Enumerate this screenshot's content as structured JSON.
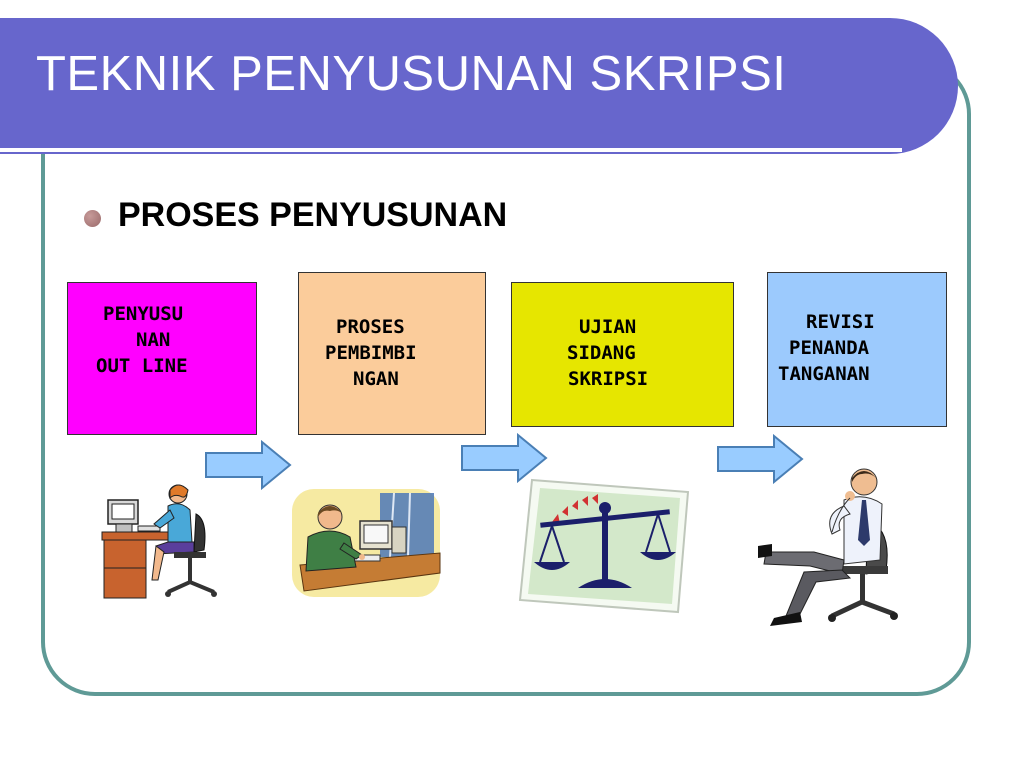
{
  "slide": {
    "title": "TEKNIK PENYUSUNAN SKRIPSI",
    "subtitle": "PROSES PENYUSUNAN"
  },
  "steps": [
    {
      "lines": [
        "PENYUSU",
        "NAN",
        "OUT LINE"
      ],
      "color": "#ff00ff"
    },
    {
      "lines": [
        "PROSES",
        "PEMBIMBI",
        "NGAN"
      ],
      "color": "#fbcc9b"
    },
    {
      "lines": [
        "UJIAN",
        "SIDANG",
        "SKRIPSI"
      ],
      "color": "#e6e600"
    },
    {
      "lines": [
        "REVISI",
        "PENANDA",
        "TANGANAN"
      ],
      "color": "#9ccafd"
    }
  ],
  "icons": [
    "woman-at-computer-icon",
    "man-at-desk-icon",
    "scales-of-justice-icon",
    "thinking-businessman-icon"
  ],
  "colors": {
    "title_bar": "#6766cc",
    "frame": "#5f9a96",
    "arrow": "#99ccff"
  }
}
